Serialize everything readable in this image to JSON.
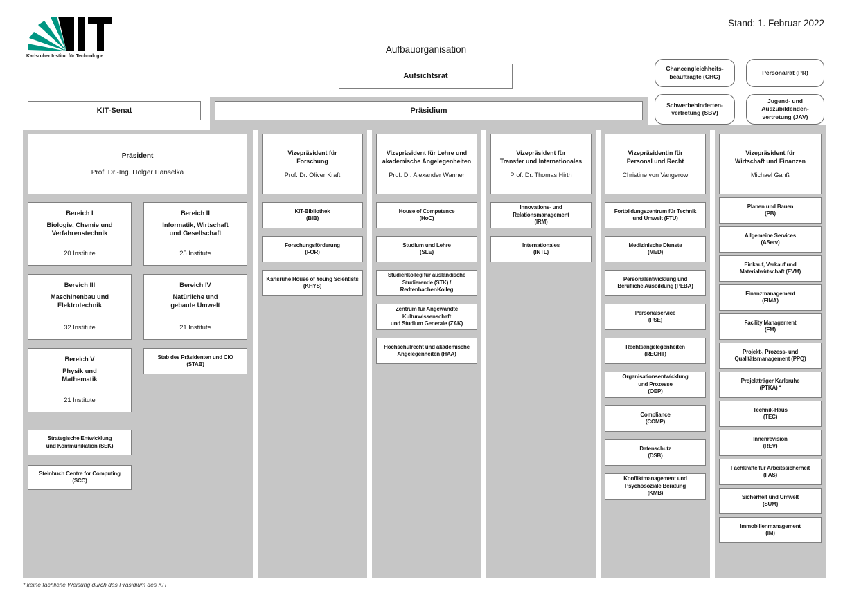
{
  "meta": {
    "stand": "Stand: 1. Februar 2022",
    "title": "Aufbauorganisation",
    "footnote": "* keine fachliche Weisung durch das Präsidium des KIT",
    "logo_text": "KIT",
    "logo_caption": "Karlsruher Institut für Technologie"
  },
  "top": {
    "aufsichtsrat": "Aufsichtsrat",
    "kit_senat": "KIT-Senat",
    "praesidium": "Präsidium",
    "staff_boxes": [
      {
        "id": "chg",
        "label": "Chancengleichheits-\nbeauftragte (CHG)"
      },
      {
        "id": "pr",
        "label": "Personalrat (PR)"
      },
      {
        "id": "sbv",
        "label": "Schwerbehinderten-\nvertretung (SBV)"
      },
      {
        "id": "jav",
        "label": "Jugend- und\nAuszubildenden-\nvertretung (JAV)"
      }
    ]
  },
  "president_column": {
    "header": {
      "title": "Präsident",
      "name": "Prof. Dr.-Ing. Holger Hanselka"
    },
    "bereiche": [
      {
        "label": "Bereich I",
        "name": "Biologie, Chemie und\nVerfahrenstechnik",
        "institutes": "20 Institute"
      },
      {
        "label": "Bereich II",
        "name": "Informatik, Wirtschaft\nund Gesellschaft",
        "institutes": "25 Institute"
      },
      {
        "label": "Bereich III",
        "name": "Maschinenbau und\nElektrotechnik",
        "institutes": "32 Institute"
      },
      {
        "label": "Bereich IV",
        "name": "Natürliche und\ngebaute Umwelt",
        "institutes": "21 Institute"
      },
      {
        "label": "Bereich V",
        "name": "Physik und\nMathematik",
        "institutes": "21 Institute"
      }
    ],
    "units": [
      "Stab des Präsidenten und CIO\n(STAB)",
      "Strategische Entwicklung\nund Kommunikation (SEK)",
      "Steinbuch Centre for Computing\n(SCC)"
    ]
  },
  "vp_columns": [
    {
      "header": {
        "title": "Vizepräsident für\nForschung",
        "name": "Prof. Dr. Oliver Kraft"
      },
      "boxes": [
        "KIT-Bibliothek\n(BIB)",
        "Forschungsförderung\n(FOR)",
        "Karlsruhe House of Young Scientists\n(KHYS)"
      ]
    },
    {
      "header": {
        "title": "Vizepräsident für Lehre und\nakademische Angelegenheiten",
        "name": "Prof. Dr. Alexander Wanner"
      },
      "boxes": [
        "House of Competence\n(HoC)",
        "Studium und Lehre\n(SLE)",
        "Studienkolleg für ausländische\nStudierende (STK) /\nRedtenbacher-Kolleg",
        "Zentrum für Angewandte\nKulturwissenschaft\nund Studium Generale (ZAK)",
        "Hochschulrecht und akademische\nAngelegenheiten (HAA)"
      ]
    },
    {
      "header": {
        "title": "Vizepräsident für\nTransfer und Internationales",
        "name": "Prof. Dr. Thomas Hirth"
      },
      "boxes": [
        "Innovations- und\nRelationsmanagement\n(IRM)",
        "Internationales\n(INTL)"
      ]
    },
    {
      "header": {
        "title": "Vizepräsidentin für\nPersonal und Recht",
        "name": "Christine von Vangerow"
      },
      "boxes": [
        "Fortbildungszentrum für Technik\nund Umwelt (FTU)",
        "Medizinische Dienste\n(MED)",
        "Personalentwicklung und\nBerufliche Ausbildung (PEBA)",
        "Personalservice\n(PSE)",
        "Rechtsangelegenheiten\n(RECHT)",
        "Organisationsentwicklung\nund Prozesse\n(OEP)",
        "Compliance\n(COMP)",
        "Datenschutz\n(DSB)",
        "Konfliktmanagement und\nPsychosoziale Beratung\n(KMB)"
      ]
    },
    {
      "header": {
        "title": "Vizepräsident für\nWirtschaft und Finanzen",
        "name": "Michael Ganß"
      },
      "boxes": [
        "Planen und Bauen\n(PB)",
        "Allgemeine Services\n(AServ)",
        "Einkauf, Verkauf und\nMaterialwirtschaft (EVM)",
        "Finanzmanagement\n(FIMA)",
        "Facility Management\n(FM)",
        "Projekt-, Prozess- und\nQualitätsmanagement (PPQ)",
        "Projektträger Karlsruhe\n(PTKA) *",
        "Technik-Haus\n(TEC)",
        "Innenrevision\n(REV)",
        "Fachkräfte für Arbeitssicherheit\n(FAS)",
        "Sicherheit und Umwelt\n(SUM)",
        "Immobilienmanagement\n(IM)"
      ]
    }
  ],
  "colors": {
    "kit_green": "#009682",
    "panel_gray": "#c6c6c6",
    "border_gray": "#7f7f7f",
    "text": "#1a1a1a"
  }
}
